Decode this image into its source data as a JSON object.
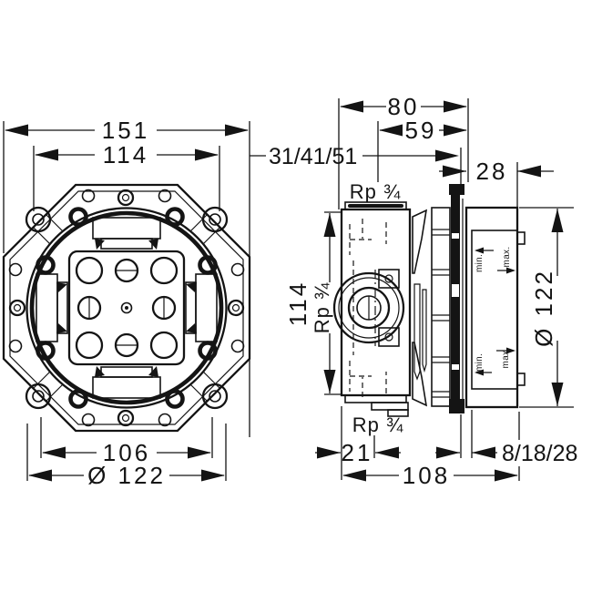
{
  "front_view": {
    "dim_overall_width": "151",
    "dim_bolt_width": "114",
    "dim_inner_width": "106",
    "dim_diameter": "Ø 122"
  },
  "side_view": {
    "dim_total_depth": "80",
    "dim_body_depth": "59",
    "dim_installation_depth_range": "31/41/51",
    "dim_front_depth": "28",
    "dim_body_height": "114",
    "dim_diameter": "Ø 122",
    "dim_rear_offset": "21",
    "dim_finish_range": "8/18/28",
    "dim_total_length": "108",
    "thread_top": "Rp ¾",
    "thread_side": "Rp ¾",
    "thread_bottom": "Rp ¾",
    "wall_min_upper": "min.",
    "wall_max_upper": "max.",
    "wall_min_lower": "min.",
    "wall_max_lower": "max."
  }
}
